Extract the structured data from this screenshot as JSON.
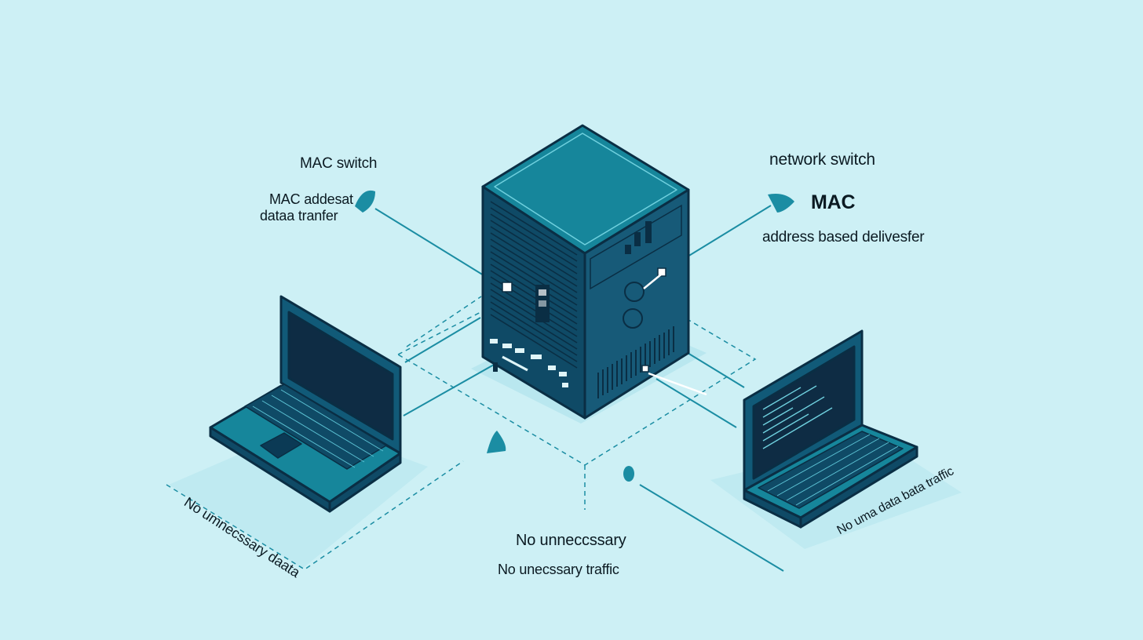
{
  "labels": {
    "mac_switch": "MAC switch",
    "mac_address_line1": "MAC addesat",
    "mac_address_line2": "dataa tranfer",
    "network_switch": "network switch",
    "mac": "MAC",
    "address_based": "address based delivesfer",
    "no_unnecessary": "No unneccssary",
    "no_unnecessary_traffic": "No unecssary traffic",
    "left_laptop_caption": "No umnecssary daata",
    "right_laptop_caption": "No uma data bata traffic"
  },
  "icons": {
    "switch": "network-switch-icon",
    "left_device": "laptop-icon",
    "right_device": "laptop-icon",
    "markers": "pin-marker-icon"
  },
  "colors": {
    "background": "#cdf0f5",
    "switch_top": "#16869b",
    "switch_front": "#0f4a66",
    "switch_side": "#175a78",
    "outline": "#0a2e44",
    "line": "#1b8da3",
    "shadow": "#a6e0ea",
    "screen": "#0e2c44",
    "keyboard": "#116a86",
    "text": "#0b1a22"
  }
}
